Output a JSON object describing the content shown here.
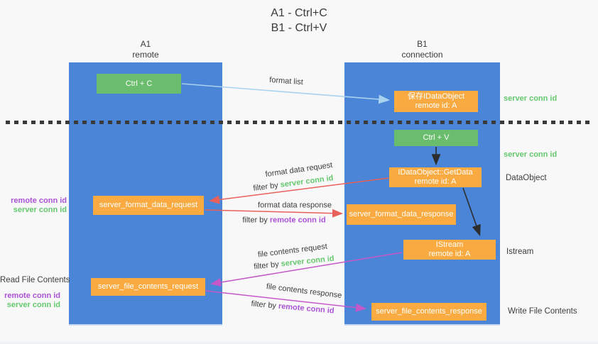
{
  "title": {
    "line1": "A1 - Ctrl+C",
    "line2": "B1 - Ctrl+V"
  },
  "columns": {
    "a1": {
      "id": "A1",
      "subtitle": "remote"
    },
    "b1": {
      "id": "B1",
      "subtitle": "connection"
    }
  },
  "nodes": {
    "ctrl_c": {
      "label": "Ctrl + C"
    },
    "save_idataobject": {
      "line1": "保存IDataObject",
      "line2": "remote id: A"
    },
    "ctrl_v": {
      "label": "Ctrl + V"
    },
    "getdata": {
      "line1": "IDataObject::GetData",
      "line2": "remote id: A"
    },
    "format_request": {
      "label": "server_format_data_request"
    },
    "format_response": {
      "label": "server_format_data_response"
    },
    "istream": {
      "line1": "IStream",
      "line2": "remote id: A"
    },
    "file_request": {
      "label": "server_file_contents_request"
    },
    "file_response": {
      "label": "server_file_contents_response"
    }
  },
  "side_labels": {
    "server_conn_id_top": "server conn id",
    "server_conn_id_mid": "server conn id",
    "dataobject": "DataObject",
    "istream": "Istream",
    "write_file_contents": "Write File Contents",
    "read_file_contents": "Read File Contents",
    "a1_mid": {
      "remote": "remote conn id",
      "server": "server conn id"
    },
    "a1_bottom": {
      "remote": "remote conn id",
      "server": "server conn id"
    }
  },
  "arrow_labels": {
    "format_list": "format list",
    "format_data_request": "format data request",
    "filter_by_server_1": {
      "prefix": "filter by ",
      "highlight": "server conn id"
    },
    "format_data_response": "format data response",
    "filter_by_remote_1": {
      "prefix": "filter by ",
      "highlight": "remote conn id"
    },
    "file_contents_request": "file contents request",
    "filter_by_server_2": {
      "prefix": "filter by ",
      "highlight": "server conn id"
    },
    "file_contents_response": "file contents response",
    "filter_by_remote_2": {
      "prefix": "filter by ",
      "highlight": "remote conn id"
    }
  },
  "colors": {
    "column_blue": "#4a85d7",
    "action_green": "#69bd6c",
    "node_orange": "#f9ab41",
    "server_conn_green": "#65c86e",
    "remote_conn_purple": "#ab53d6",
    "request_red": "#e8605a",
    "response_magenta": "#c558c9",
    "format_list_blue": "#a8d2f0",
    "arrow_black": "#2d2d2d"
  }
}
